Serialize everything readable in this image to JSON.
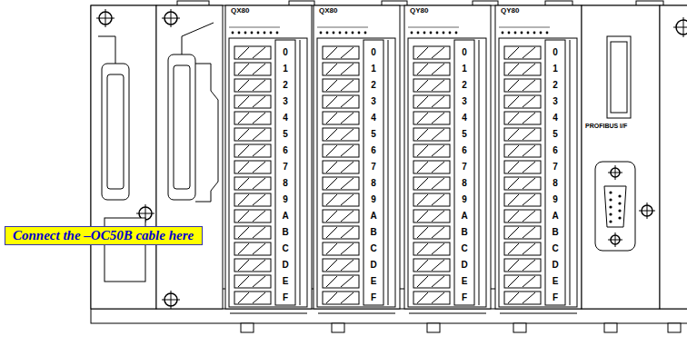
{
  "diagram": {
    "nodes": [
      {
        "text": [
          "Connect the –OC50B cable here"
        ]
      }
    ],
    "labels": [
      "QX80",
      "QX80",
      "QY80",
      "QY80",
      "PROFIBUS I/F",
      "0",
      "1",
      "2",
      "3",
      "4",
      "5",
      "6",
      "7",
      "8",
      "9",
      "A",
      "B",
      "C",
      "D",
      "E",
      "F",
      "0",
      "1",
      "2",
      "3",
      "4",
      "5",
      "6",
      "7",
      "8",
      "9",
      "A",
      "B",
      "C",
      "D",
      "E",
      "F",
      "0",
      "1",
      "2",
      "3",
      "4",
      "5",
      "6",
      "7",
      "8",
      "9",
      "A",
      "B",
      "C",
      "D",
      "E",
      "F",
      "0",
      "1",
      "2",
      "3",
      "4",
      "5",
      "6",
      "7",
      "8",
      "9",
      "A",
      "B",
      "C",
      "D",
      "E",
      "F"
    ]
  }
}
